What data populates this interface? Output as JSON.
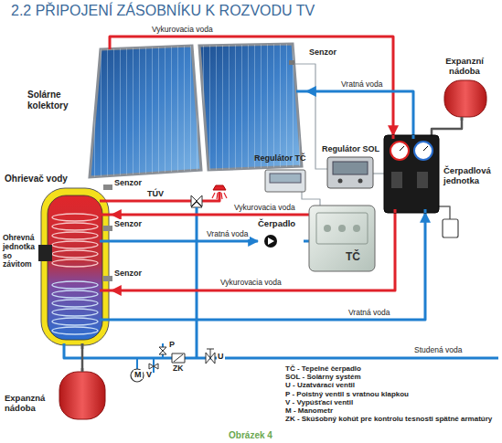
{
  "diagram": {
    "title": "2.2 PŘIPOJENÍ ZÁSOBNÍKU K ROZVODU TV",
    "caption": "Obrázek 4",
    "nodes": [
      {
        "text": [
          "Solárne kolektory"
        ]
      },
      {
        "text": [
          "Expanzní nádoba"
        ]
      },
      {
        "text": [
          "Regulátor TČ"
        ]
      },
      {
        "text": [
          "Regulátor SOL"
        ]
      },
      {
        "text": [
          "Čerpadlová jednotka"
        ]
      },
      {
        "text": [
          "Ohrievač vody"
        ]
      },
      {
        "text": [
          "TČ"
        ]
      },
      {
        "text": [
          "Čerpadlo"
        ]
      },
      {
        "text": [
          "Expanzná nádoba"
        ]
      }
    ],
    "edges": [
      {
        "from": 0,
        "to": 4,
        "arrow": "to",
        "label": "Vykurovacia voda"
      },
      {
        "from": 4,
        "to": 0,
        "arrow": "to",
        "label": "Vratná voda"
      },
      {
        "from": 4,
        "to": 5,
        "arrow": "to",
        "label": "Vykurovacia voda"
      },
      {
        "from": 5,
        "to": 4,
        "arrow": "to",
        "label": "Vratná voda"
      },
      {
        "from": 6,
        "to": 5,
        "arrow": "to",
        "label": "Vykurovacia voda"
      },
      {
        "from": 5,
        "to": 7,
        "arrow": "to",
        "label": "Vratná voda"
      },
      {
        "from": 7,
        "to": 6,
        "arrow": "none"
      },
      {
        "from": 1,
        "to": 4,
        "arrow": "none"
      },
      {
        "from": 8,
        "to": 5,
        "arrow": "none"
      }
    ],
    "labels": [
      "Senzor",
      "Senzor",
      "Senzor",
      "Senzor",
      "TÚV",
      "Ohrevná jednotka so závitom",
      "Studená voda",
      "M",
      "P",
      "V",
      "ZK",
      "U",
      "TČ - Tepelné čerpadlo",
      "SOL - Solárny systém",
      "U - Uzatvárací ventil",
      "P - Poistný ventil s vratnou klapkou",
      "V - Vypúšťací ventil",
      "M - Manometr",
      "ZK - Skúšobný kohút pre kontrolu tesnosti spätné armatúry"
    ]
  }
}
